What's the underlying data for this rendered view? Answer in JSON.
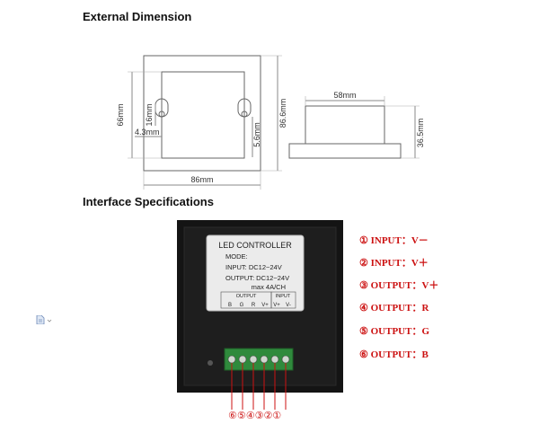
{
  "headings": {
    "external": "External Dimension",
    "interface": "Interface Specifications"
  },
  "dimensions": {
    "height_66": "66mm",
    "height_86_6": "86.6mm",
    "width_86": "86mm",
    "hole_16": "16mm",
    "offset_4_3": "4.3mm",
    "hole_5_6": "5.6mm",
    "side_58": "58mm",
    "depth_36_5": "36.5mm"
  },
  "label": {
    "title": "LED CONTROLLER",
    "mode": "MODE:",
    "input": "INPUT: DC12~24V",
    "output": "OUTPUT: DC12~24V",
    "maxcurrent": "max 4A/CH",
    "output_group": "OUTPUT",
    "input_group": "INPUT",
    "terminals": [
      "B",
      "G",
      "R",
      "V+",
      "V+",
      "V-"
    ]
  },
  "terminal_numbers": "⑥⑤④③②①",
  "legend": [
    "① INPUT：V－",
    "② INPUT：V＋",
    "③ OUTPUT：V＋",
    "④ OUTPUT：R",
    "⑤ OUTPUT：G",
    "⑥ OUTPUT：B"
  ],
  "colors": {
    "legend_red": "#cc1111",
    "device_black": "#141414"
  },
  "icons": [
    "document-icon"
  ]
}
